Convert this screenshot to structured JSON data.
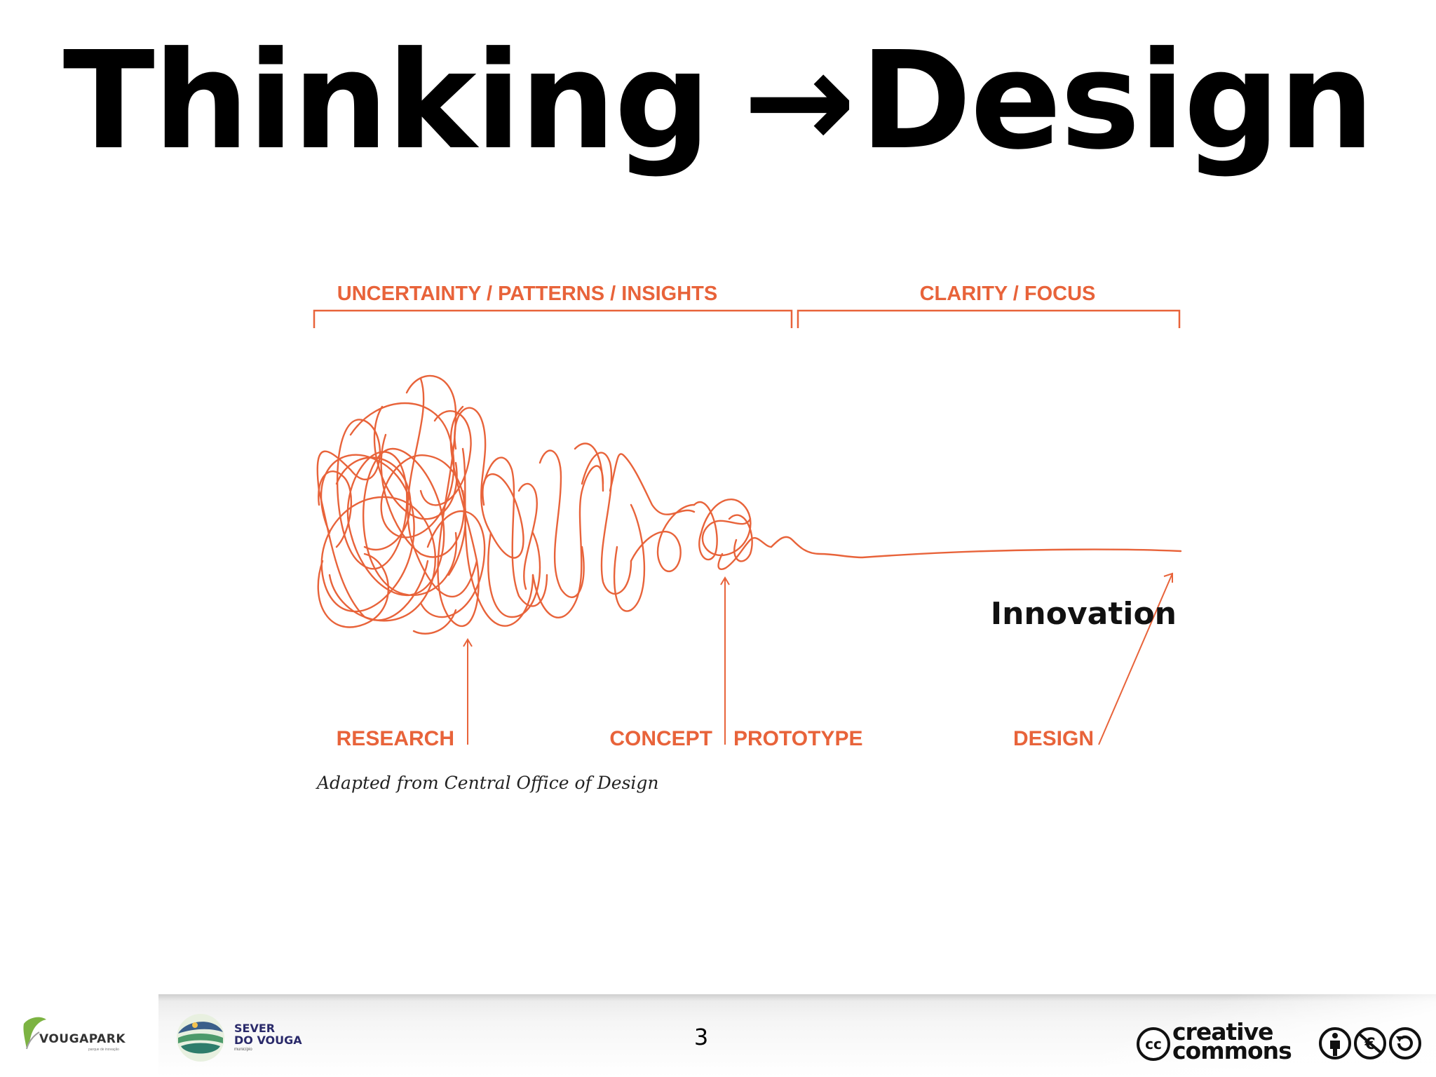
{
  "slide": {
    "title_left": "Thinking",
    "title_arrow": "→",
    "title_right": "Design",
    "page_number": "3"
  },
  "diagram": {
    "phase_labels": [
      "UNCERTAINTY / PATTERNS / INSIGHTS",
      "CLARITY / FOCUS"
    ],
    "stage_labels": [
      "RESEARCH",
      "CONCEPT",
      "PROTOTYPE",
      "DESIGN"
    ],
    "outcome_label": "Innovation",
    "credit": "Adapted from Central Office of Design",
    "accent_color": "#e8633a"
  },
  "footer": {
    "logos": {
      "vougapark": "VOUGAPARK",
      "vougapark_sub": "parque de inovação",
      "sever_line1": "SEVER",
      "sever_line2": "DO VOUGA",
      "sever_sub": "município",
      "cc_line1": "creative",
      "cc_line2": "commons",
      "cc_icon": "cc-icon",
      "license_icons": [
        "attribution-icon",
        "noncommercial-icon",
        "sharealike-icon"
      ]
    }
  }
}
